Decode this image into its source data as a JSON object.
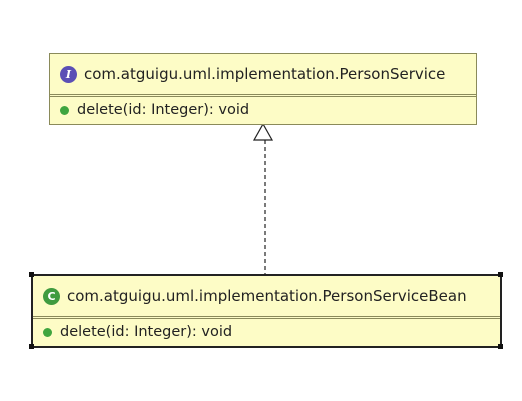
{
  "diagram": {
    "interface_box": {
      "icon": "interface-icon",
      "icon_glyph": "I",
      "name": "com.atguigu.uml.implementation.PersonService",
      "method": "delete(id: Integer): void",
      "fill": "#fdfcc6",
      "border": "#8a8a5a"
    },
    "class_box": {
      "icon": "class-icon",
      "icon_glyph": "C",
      "name": "com.atguigu.uml.implementation.PersonServiceBean",
      "method": "delete(id: Integer): void",
      "fill": "#fdfcc6",
      "border": "#222222"
    },
    "relationship": {
      "type": "realization",
      "from": "PersonServiceBean",
      "to": "PersonService"
    },
    "colors": {
      "interface_icon": "#5b4fb5",
      "class_icon": "#3f9b3f",
      "method_visibility": "#3fa53f"
    }
  }
}
